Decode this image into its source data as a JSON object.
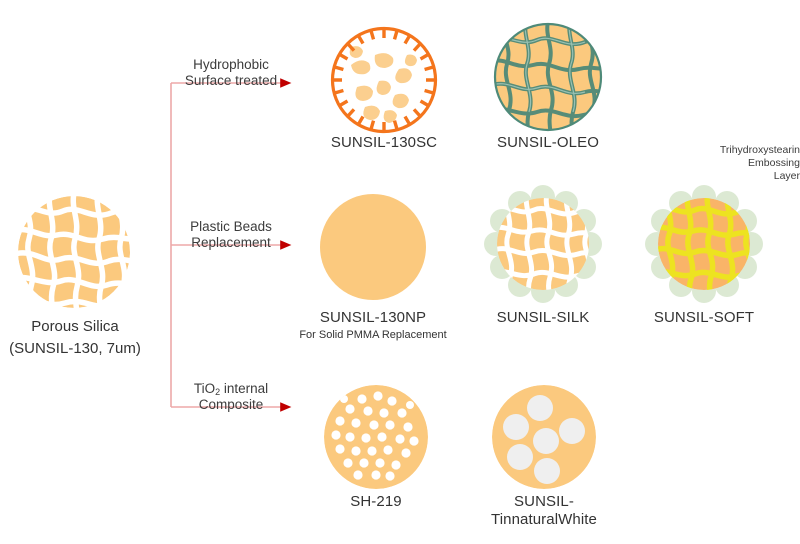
{
  "diagram": {
    "title_hidden": "",
    "colors": {
      "silica_orange": "#FBC97E",
      "solid_orange": "#FBC97E",
      "pore_white": "#FFFFFF",
      "sc_rim_orange": "#F4751C",
      "oleo_network_green": "#4E8A79",
      "silk_bump_green": "#DCE9D3",
      "soft_network_yellow": "#EDE320",
      "soft_core_orange": "#F9B468",
      "tio2_white": "#FFFFFF",
      "tin_white_gray": "#EFEFEF",
      "connector_line": "#EDA8A8",
      "arrow_head": "#C00000",
      "label_text": "#333333"
    },
    "root": {
      "name": "root-particle",
      "label_line1": "Porous Silica",
      "label_line2": "(SUNSIL-130, 7um)"
    },
    "branches": [
      {
        "id": "branch-hydrophobic",
        "line1": "Hydrophobic",
        "line2": "Surface treated"
      },
      {
        "id": "branch-plastic-beads",
        "line1": "Plastic Beads",
        "line2": "Replacement"
      },
      {
        "id": "branch-tio2",
        "line1_pre": "TiO",
        "line1_sub": "2",
        "line1_post": " internal",
        "line2": "Composite"
      }
    ],
    "products": [
      {
        "id": "sunsil-130sc",
        "label": "SUNSIL-130SC",
        "sub": "",
        "row": 1,
        "style": "spiky-rim-porous"
      },
      {
        "id": "sunsil-oleo",
        "label": "SUNSIL-OLEO",
        "sub": "",
        "row": 1,
        "style": "green-network"
      },
      {
        "id": "sunsil-130np",
        "label": "SUNSIL-130NP",
        "sub": "For Solid PMMA Replacement",
        "row": 2,
        "style": "solid-orange"
      },
      {
        "id": "sunsil-silk",
        "label": "SUNSIL-SILK",
        "sub": "",
        "row": 2,
        "style": "porous-green-bumps"
      },
      {
        "id": "sunsil-soft",
        "label": "SUNSIL-SOFT",
        "sub": "",
        "row": 2,
        "style": "yellow-network-green-bumps"
      },
      {
        "id": "sh-219",
        "label": "SH-219",
        "sub": "",
        "row": 3,
        "style": "small-white-dots"
      },
      {
        "id": "sunsil-tinnaturalwhite",
        "label_line1": "SUNSIL-",
        "label_line2": "TinnaturalWhite",
        "sub": "",
        "row": 3,
        "style": "large-gray-dots"
      }
    ],
    "annotation": {
      "id": "trihydroxystearin-note",
      "line1": "Trihydroxystearin",
      "line2": "Embossing",
      "line3": "Layer"
    }
  }
}
